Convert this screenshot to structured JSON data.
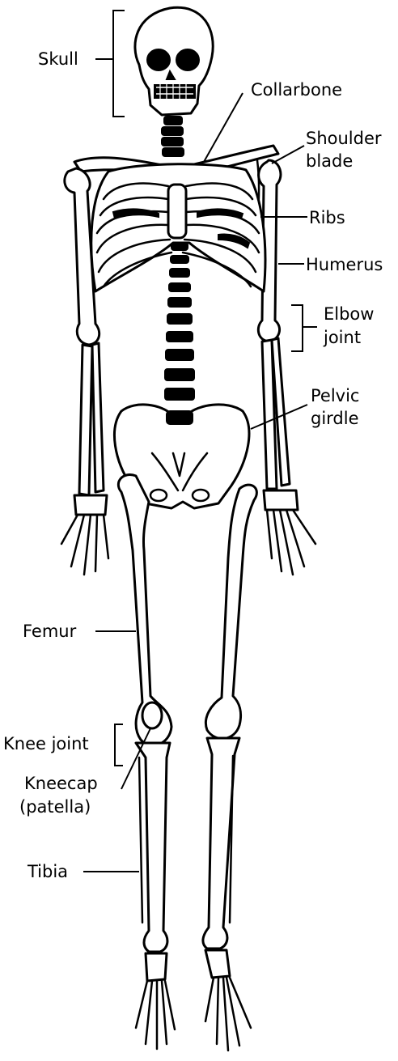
{
  "labels": {
    "skull": "Skull",
    "collarbone": "Collarbone",
    "shoulder_blade_1": "Shoulder",
    "shoulder_blade_2": "blade",
    "ribs": "Ribs",
    "humerus": "Humerus",
    "elbow_joint_1": "Elbow",
    "elbow_joint_2": "joint",
    "pelvic_girdle_1": "Pelvic",
    "pelvic_girdle_2": "girdle",
    "femur": "Femur",
    "knee_joint": "Knee joint",
    "kneecap_1": "Kneecap",
    "kneecap_2": "(patella)",
    "tibia": "Tibia"
  },
  "colors": {
    "ink": "#000000",
    "paper": "#ffffff"
  }
}
